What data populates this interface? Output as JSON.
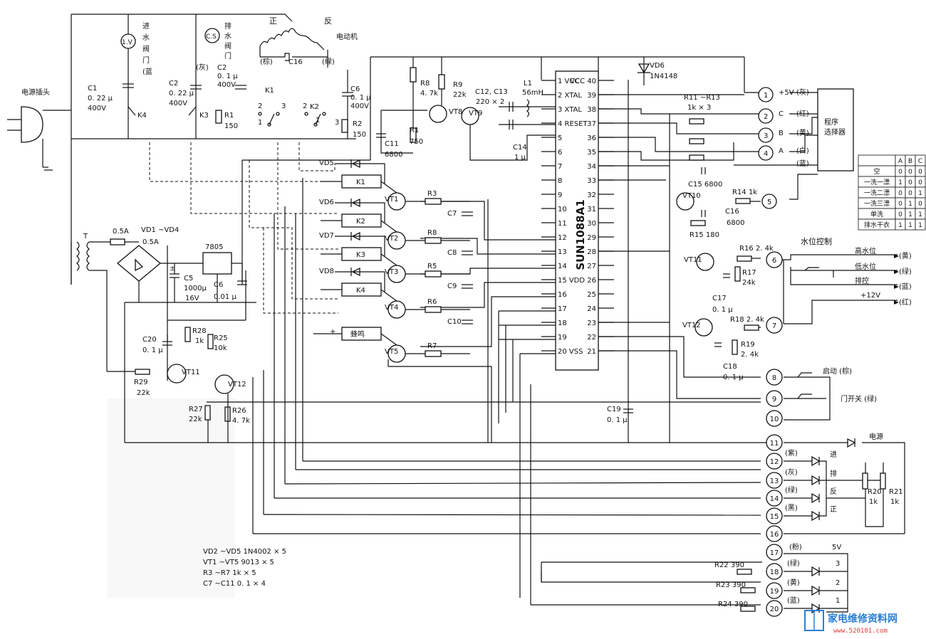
{
  "chip": {
    "name": "SUN1088A1",
    "left_pins": [
      "1 VCC",
      "2 XTAL",
      "3 XTAL",
      "4 RESET",
      "5",
      "6",
      "7",
      "8",
      "9",
      "10",
      "11",
      "12",
      "13",
      "14",
      "15",
      "16",
      "17",
      "18",
      "19",
      "20 VSS"
    ],
    "right_pins": [
      "VCC 40",
      "39",
      "38",
      "37",
      "36",
      "35",
      "34",
      "33",
      "32",
      "31",
      "30",
      "29",
      "28",
      "27",
      "VDD 26",
      "25",
      "24",
      "23",
      "22",
      "21"
    ]
  },
  "power": {
    "plug": "电源插头",
    "transformer": "T",
    "fuse": "0.5A",
    "bridge": "VD1 ~VD4",
    "bridge_rating": "0.5A",
    "regulator": "7805",
    "c5": "C5",
    "c5_val": "1000μ",
    "c5_volt": "16V",
    "c6": "C6",
    "c6_val": "0.01 μ"
  },
  "top": {
    "inlet_valve_lamp": "1.V",
    "inlet_valve_label": [
      "进",
      "水",
      "阀",
      "门",
      "(蓝"
    ],
    "drain_valve_lamp": "C.S",
    "drain_valve_label": [
      "排",
      "水",
      "阀",
      "门"
    ],
    "gray": "(灰)",
    "motor_fwd": "正",
    "motor_rev": "反",
    "motor": "电动机",
    "brown": "(棕)",
    "c16": "C16",
    "green": "(绿)",
    "c1": [
      "C1",
      "0. 22 μ",
      "400V"
    ],
    "c2": [
      "C2",
      "0. 22 μ",
      "400V"
    ],
    "c2b": [
      "C2",
      "0. 1 μ",
      "400V"
    ],
    "c6": [
      "C6",
      "0. 1 μ",
      "400V"
    ],
    "k4": "K4",
    "k3": "K3",
    "r1": [
      "R1",
      "150"
    ],
    "k1": "K1",
    "k2": "K2",
    "r2": [
      "R2",
      "150"
    ],
    "pin_nums": [
      "2",
      "3",
      "1",
      "2",
      "1",
      "3"
    ]
  },
  "osc": {
    "r8": [
      "R8",
      "4. 7k"
    ],
    "r1": [
      "R1",
      "750"
    ],
    "r9": [
      "R9",
      "22k"
    ],
    "vt8": "VT8",
    "vt9": "VT9",
    "c11": [
      "C11",
      "6800"
    ],
    "c12": "C12, C13",
    "c12v": "220 × 2",
    "l1": "L1",
    "l1v": "56mH",
    "c14": "C14",
    "c14v": "1 μ",
    "vd6": "VD6",
    "vd6v": "1N4148"
  },
  "drivers": {
    "diodes": [
      "VD5",
      "VD6",
      "VD7",
      "VD8"
    ],
    "relays": [
      "K1",
      "K2",
      "K3",
      "K4"
    ],
    "buzzer": "蜂鸣",
    "transistors": [
      "VT1",
      "VT2",
      "VT3",
      "VT4",
      "VT5"
    ],
    "resistors": [
      "R3",
      "R8",
      "R5",
      "R6",
      "R7"
    ],
    "caps": [
      "C7",
      "C8",
      "C9",
      "C10"
    ]
  },
  "selector": {
    "r11": "R11 ~R13",
    "r11v": "1k × 3",
    "label": [
      "程序",
      "选择器"
    ],
    "lines": [
      [
        "+5V",
        "(灰)"
      ],
      [
        "C",
        "(红)"
      ],
      [
        "B",
        "(黄)"
      ],
      [
        "A",
        "(白)"
      ],
      [
        "",
        "(蓝)"
      ]
    ],
    "c15": "C15  6800",
    "vt10": "VT10",
    "r14": "R14  1k",
    "c16": "C16",
    "c16v": "6800",
    "r15": "R15  180"
  },
  "table": {
    "header": [
      "",
      "A",
      "B",
      "C"
    ],
    "rows": [
      [
        "空",
        "0",
        "0",
        "0"
      ],
      [
        "一洗一漂",
        "1",
        "0",
        "0"
      ],
      [
        "一洗二漂",
        "0",
        "0",
        "1"
      ],
      [
        "一洗三漂",
        "0",
        "1",
        "0"
      ],
      [
        "单洗",
        "0",
        "1",
        "1"
      ],
      [
        "排水干衣",
        "1",
        "1",
        "1"
      ]
    ]
  },
  "water": {
    "title": "水位控制",
    "high": "高水位",
    "low": "低水位",
    "drain": "排控",
    "v12": "+12V",
    "colors": [
      "(黄)",
      "(绿)",
      "(蓝)",
      "(红)"
    ],
    "vt11": "VT11",
    "r16": "R16  2. 4k",
    "r17": [
      "R17",
      "24k"
    ],
    "c17": [
      "C17",
      "0. 1 μ"
    ],
    "vt12": "VT12",
    "r18": "R18  2. 4k",
    "r19": [
      "R19",
      "2. 4k"
    ],
    "c18": [
      "C18",
      "0. 1 μ"
    ]
  },
  "panel": {
    "start": "启动 (棕)",
    "door": "门开关 (绿)",
    "power": "电源",
    "led_colors": [
      "(紫)",
      "(灰)",
      "(绿)",
      "(黑)"
    ],
    "led_names": [
      "进",
      "排",
      "反",
      "正"
    ],
    "r20": [
      "R20",
      "1k"
    ],
    "r21": [
      "R21",
      "1k"
    ],
    "pink": "(粉)",
    "v5": "5V",
    "r22": "R22  390",
    "r23": "R23  390",
    "r24": "R24  390",
    "lower_colors": [
      "(绿)",
      "(黄)",
      "(蓝)"
    ],
    "lower_nums": [
      "3",
      "2",
      "1"
    ],
    "circles": [
      "1",
      "2",
      "3",
      "4",
      "5",
      "6",
      "7",
      "8",
      "9",
      "10",
      "11",
      "12",
      "13",
      "14",
      "15",
      "16",
      "17",
      "18",
      "19",
      "20"
    ]
  },
  "reset": {
    "c20": [
      "C20",
      "0. 1 μ"
    ],
    "r28": [
      "R28",
      "1k"
    ],
    "r25": [
      "R25",
      "10k"
    ],
    "vt11": "VT11",
    "vt12": "VT12",
    "r29": [
      "R29",
      "22k"
    ],
    "r27": [
      "R27",
      "22k"
    ],
    "r26": [
      "R26",
      "4. 7k"
    ],
    "c19": [
      "C19",
      "0. 1 μ"
    ]
  },
  "bom": [
    "VD2 ~VD5  1N4002 × 5",
    "VT1 ~VT5  9013 × 5",
    "R3 ~R7  1k × 5",
    "C7 ~C11  0. 1 × 4"
  ],
  "watermark": {
    "site": "家电维修资料网",
    "url": "www.520101.com"
  }
}
